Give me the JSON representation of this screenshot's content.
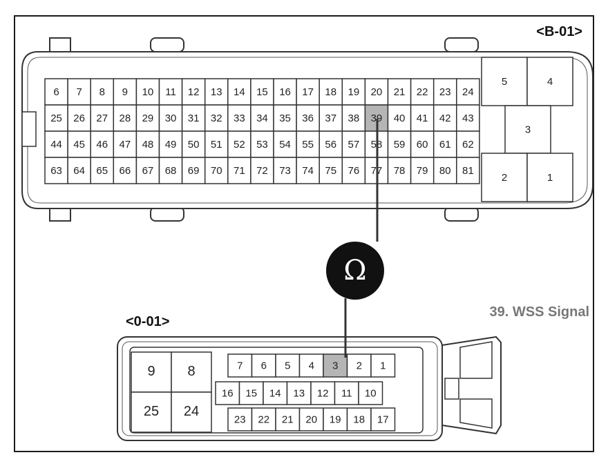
{
  "connectors": {
    "b01": {
      "label": "<B-01>",
      "grid_rows": [
        [
          "6",
          "7",
          "8",
          "9",
          "10",
          "11",
          "12",
          "13",
          "14",
          "15",
          "16",
          "17",
          "18",
          "19",
          "20",
          "21",
          "22",
          "23",
          "24"
        ],
        [
          "25",
          "26",
          "27",
          "28",
          "29",
          "30",
          "31",
          "32",
          "33",
          "34",
          "35",
          "36",
          "37",
          "38",
          "39",
          "40",
          "41",
          "42",
          "43"
        ],
        [
          "44",
          "45",
          "46",
          "47",
          "48",
          "49",
          "50",
          "51",
          "52",
          "53",
          "54",
          "55",
          "56",
          "57",
          "58",
          "59",
          "60",
          "61",
          "62"
        ],
        [
          "63",
          "64",
          "65",
          "66",
          "67",
          "68",
          "69",
          "70",
          "71",
          "72",
          "73",
          "74",
          "75",
          "76",
          "77",
          "78",
          "79",
          "80",
          "81"
        ]
      ],
      "power_pins": [
        "5",
        "4",
        "3",
        "2",
        "1"
      ],
      "highlighted_pin": "39"
    },
    "o01": {
      "label": "<0-01>",
      "large_pins": [
        "9",
        "8",
        "25",
        "24"
      ],
      "row_top": [
        "7",
        "6",
        "5",
        "4",
        "3",
        "2",
        "1"
      ],
      "row_mid": [
        "16",
        "15",
        "14",
        "13",
        "12",
        "11",
        "10"
      ],
      "row_bottom": [
        "23",
        "22",
        "21",
        "20",
        "19",
        "18",
        "17"
      ],
      "highlighted_pin": "3"
    }
  },
  "meter": {
    "symbol": "Ω",
    "icon": "ohmmeter-icon"
  },
  "signal_label": "39. WSS Signal",
  "colors": {
    "highlight": "#b5b5b5",
    "line": "#333333",
    "meter": "#111111",
    "signal_text": "#777777"
  }
}
